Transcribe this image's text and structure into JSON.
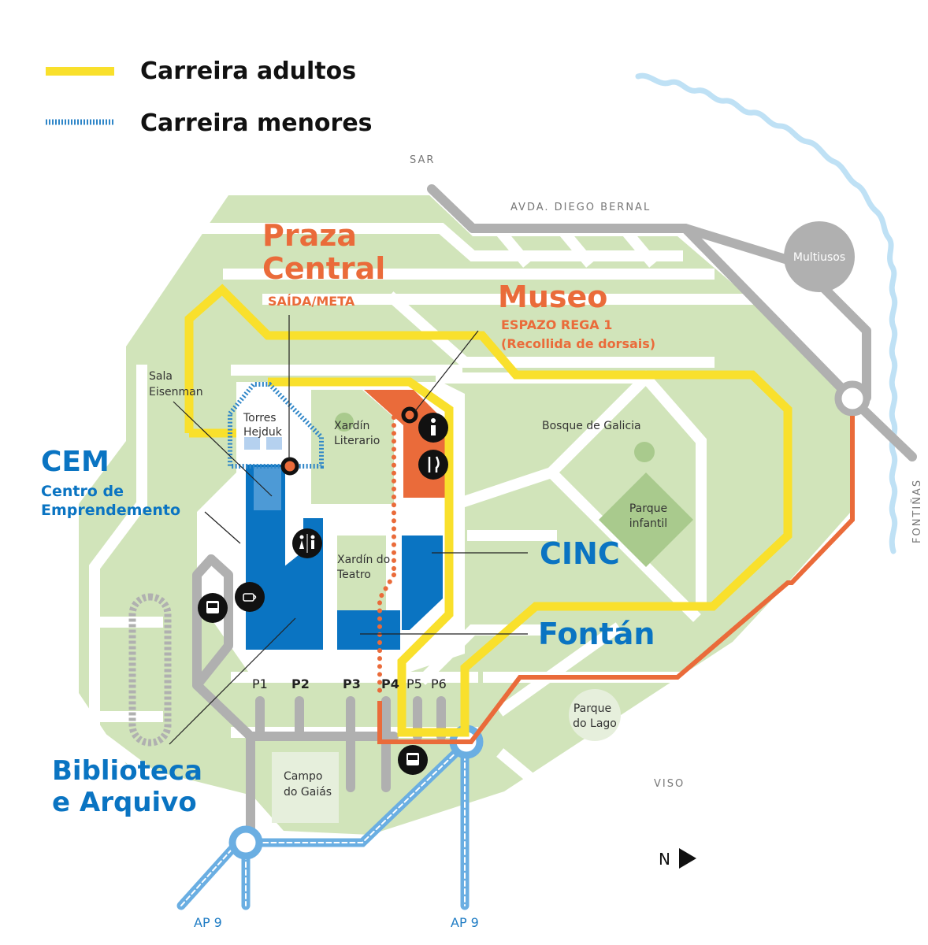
{
  "legend": {
    "items": [
      {
        "label": "Carreira adultos",
        "color": "#f9e02c",
        "style": "solid"
      },
      {
        "label": "Carreira menores",
        "color": "#2f86c8",
        "style": "dashed"
      }
    ]
  },
  "colors": {
    "green": "#d1e4ba",
    "green_dark": "#a9ca8d",
    "green_light": "#e6efdc",
    "building_blue": "#0a74c2",
    "building_light_blue": "#4d9ad6",
    "museum_orange": "#ea6b3a",
    "road_gray": "#b0b0b0",
    "river_blue": "#bfe1f5",
    "highway_blue": "#6aaee2",
    "route_yellow": "#f9e02c",
    "route_orange": "#ea6b3a"
  },
  "places": {
    "praza_central": {
      "line1": "Praza",
      "line2": "Central",
      "sub": "SAÍDA/META"
    },
    "museo": {
      "title": "Museo",
      "sub1": "ESPAZO REGA 1",
      "sub2": "(Recollida de dorsais)"
    },
    "cem": {
      "title": "CEM",
      "sub1": "Centro de",
      "sub2": "Emprendemento"
    },
    "cinc": {
      "title": "CINC"
    },
    "fontan": {
      "title": "Fontán"
    },
    "biblioteca": {
      "line1": "Biblioteca",
      "line2": "e Arquivo"
    },
    "sala_eisenman": {
      "line1": "Sala",
      "line2": "Eisenman"
    },
    "torres_hejduk": {
      "line1": "Torres",
      "line2": "Hejduk"
    },
    "xardin_literario": {
      "line1": "Xardín",
      "line2": "Literario"
    },
    "xardin_teatro": {
      "line1": "Xardín do",
      "line2": "Teatro"
    },
    "bosque_galicia": {
      "label": "Bosque de Galicia"
    },
    "parque_infantil": {
      "line1": "Parque",
      "line2": "infantil"
    },
    "parque_lago": {
      "line1": "Parque",
      "line2": "do Lago"
    },
    "campo_gaias": {
      "line1": "Campo",
      "line2": "do Gaiás"
    },
    "multiusos": {
      "label": "Multiusos"
    }
  },
  "roads": {
    "sar": "SAR",
    "diego_bernal": "AVDA. DIEGO BERNAL",
    "fontinas": "FONTIÑAS",
    "viso": "VISO",
    "ap9_left": "AP 9",
    "ap9_right": "AP 9"
  },
  "parking": [
    {
      "label": "P1",
      "bold": false
    },
    {
      "label": "P2",
      "bold": true
    },
    {
      "label": "P3",
      "bold": true
    },
    {
      "label": "P4",
      "bold": true
    },
    {
      "label": "P5",
      "bold": false
    },
    {
      "label": "P6",
      "bold": false
    }
  ],
  "icons": {
    "info": "info-icon",
    "restaurant": "restaurant-icon",
    "toilets": "toilets-icon",
    "cafe": "cafe-icon",
    "bus": "bus-icon"
  },
  "compass": {
    "label": "N"
  }
}
